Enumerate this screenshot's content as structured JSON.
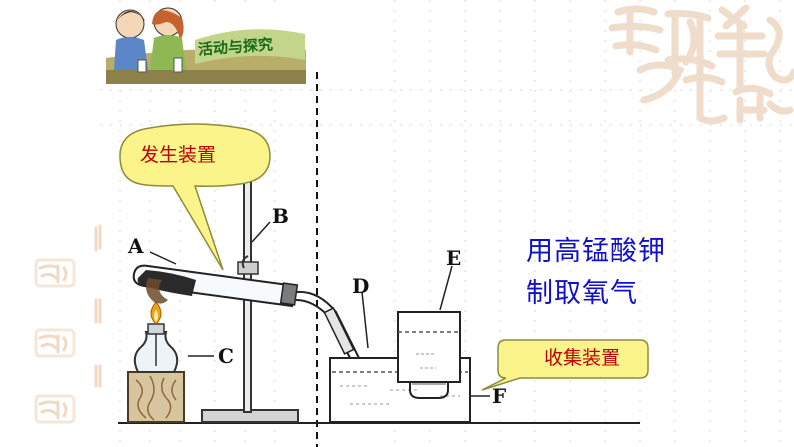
{
  "badge": {
    "label": "活动与探究"
  },
  "diagram": {
    "callout_generation": "发生装置",
    "callout_collection": "收集装置",
    "labels": {
      "A": "A",
      "B": "B",
      "C": "C",
      "D": "D",
      "E": "E",
      "F": "F"
    },
    "title_line1": "用高锰酸钾",
    "title_line2": "制取氧气"
  },
  "colors": {
    "title": "#1010c8",
    "callout_fill": "#fbf48a",
    "callout_text": "#c00000",
    "watermark": "#f0dccb"
  }
}
